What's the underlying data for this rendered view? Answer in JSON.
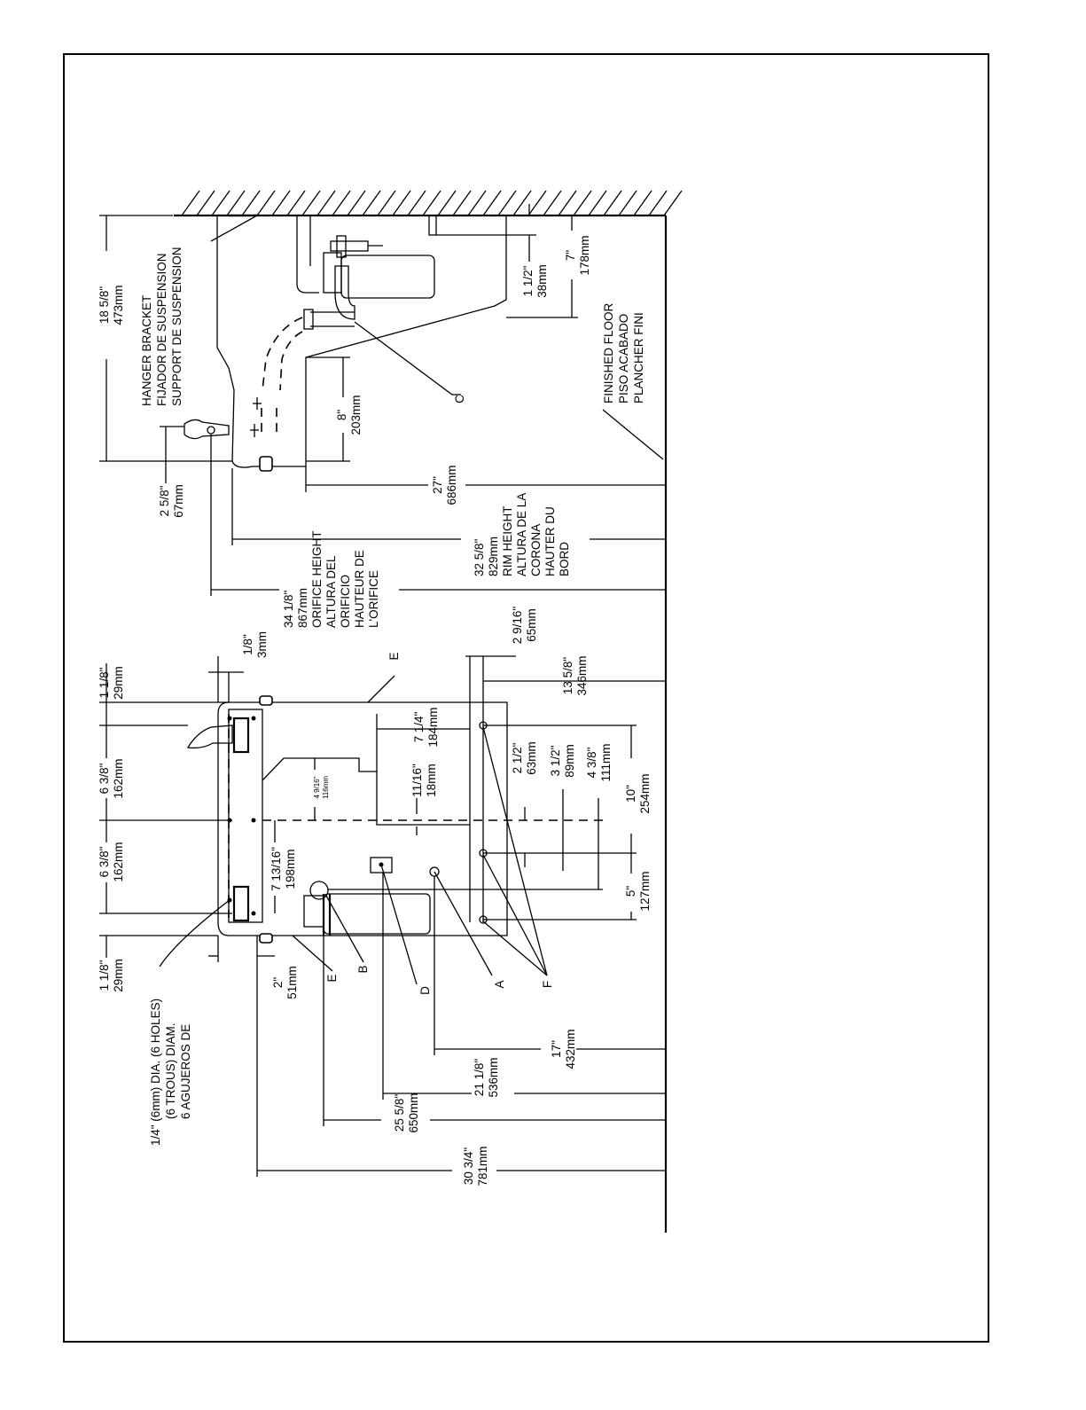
{
  "roughing_in": {
    "side_view": {
      "hanger_bracket": [
        "HANGER BRACKET",
        "FIJADOR DE SUSPENSION",
        "SUPPORT DE SUSPENSION"
      ],
      "dim_overall_height": [
        "18 5/8\"",
        "473mm"
      ],
      "dim_bubbler": [
        "2 5/8\"",
        "67mm"
      ],
      "dim_8": [
        "8\"",
        "203mm"
      ],
      "dim_1_5": [
        "1 1/2\"",
        "38mm"
      ],
      "dim_7": [
        "7\"",
        "178mm"
      ],
      "dim_27": [
        "27\"",
        "686mm"
      ],
      "rim_height": [
        "32 5/8\"",
        "829mm",
        "RIM HEIGHT",
        "ALTURA DE LA",
        "CORONA",
        "HAUTER DU",
        "BORD"
      ],
      "orifice_height": [
        "34 1/8\"",
        "867mm",
        "ORIFICE HEIGHT",
        "ALTURA DEL",
        "ORIFICIO",
        "HAUTEUR DE",
        "L'ORIFICE"
      ],
      "finished_floor": [
        "FINISHED FLOOR",
        "PISO ACABADO",
        "PLANCHER FINI"
      ],
      "callout_c": "C"
    },
    "back_view": {
      "dim_top_left": [
        "1 1/8\"",
        "29mm"
      ],
      "dim_upper_half": [
        "6 3/8\"",
        "162mm"
      ],
      "dim_lower_half": [
        "6 3/8\"",
        "162mm"
      ],
      "dim_bottom_left": [
        "1 1/8\"",
        "29mm"
      ],
      "dim_eighth": [
        "1/8\"",
        "3mm"
      ],
      "dim_2": [
        "2\"",
        "51mm"
      ],
      "dim_7_13_16": [
        "7 13/16\"",
        "198mm"
      ],
      "dim_4_9_16": [
        "4 9/16\"",
        "116mm"
      ],
      "dim_11_16": [
        "11/16\"",
        "18mm"
      ],
      "dim_7_25": [
        "7 1/4\"",
        "184mm"
      ],
      "dim_2_9_16": [
        "2 9/16\"",
        "65mm"
      ],
      "dim_13_5_8": [
        "13 5/8\"",
        "346mm"
      ],
      "dim_2_5": [
        "2 1/2\"",
        "63mm"
      ],
      "dim_3_5": [
        "3 1/2\"",
        "89mm"
      ],
      "dim_4_3_8": [
        "4 3/8\"",
        "111mm"
      ],
      "dim_10": [
        "10\"",
        "254mm"
      ],
      "dim_5": [
        "5\"",
        "127mm"
      ],
      "dim_17": [
        "17\"",
        "432mm"
      ],
      "dim_21_125": [
        "21 1/8\"",
        "536mm"
      ],
      "dim_25_625": [
        "25 5/8\"",
        "650mm"
      ],
      "dim_30_75": [
        "30 3/4\"",
        "781mm"
      ],
      "holes_note": [
        "1/4\" (6mm) DIA. (6 HOLES)",
        "(6 TROUS) DIAM.",
        "6 AGUJEROS DE"
      ],
      "callouts": [
        "E",
        "E",
        "B",
        "D",
        "A",
        "F"
      ]
    }
  }
}
